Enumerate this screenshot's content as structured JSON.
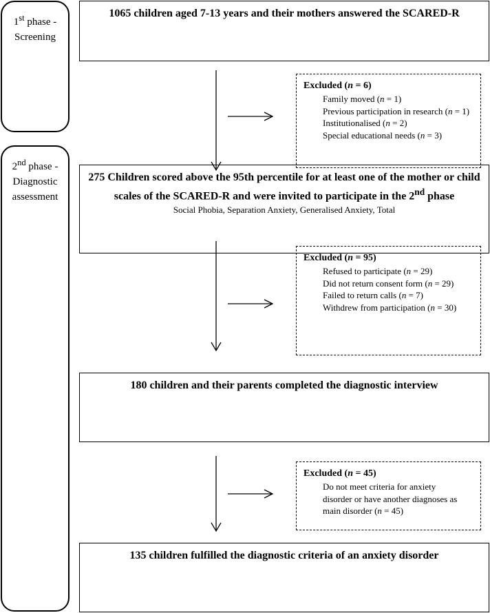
{
  "phases": [
    {
      "num": "1",
      "sup": "st",
      "label1": " phase -",
      "label2": "Screening"
    },
    {
      "num": "2",
      "sup": "nd",
      "label1": " phase -",
      "label2": "Diagnostic",
      "label3": "assessment"
    }
  ],
  "boxes": {
    "screening": {
      "title": "1065 children aged 7-13 years and their mothers answered the SCARED-R"
    },
    "invited": {
      "title_part1": "275 Children scored above the 95th percentile for at least one of the mother or child scales of the SCARED-R and were invited to participate in the 2",
      "title_sup": "nd",
      "title_part2": " phase",
      "subtitle": "Social Phobia, Separation Anxiety, Generalised Anxiety, Total"
    },
    "interviewed": {
      "title": "180 children and their parents completed the diagnostic interview"
    },
    "fulfilled": {
      "title": "135 children fulfilled the diagnostic criteria of an anxiety disorder"
    }
  },
  "exclusions": [
    {
      "label": "Excluded (",
      "var": "n",
      "value": " = 6)",
      "items": [
        {
          "text": "Family moved (",
          "n": "n",
          "rest": " = 1)"
        },
        {
          "text": "Previous participation in research (",
          "n": "n",
          "rest": " = 1)"
        },
        {
          "text": "Institutionalised (",
          "n": "n",
          "rest": " = 2)"
        },
        {
          "text": "Special educational needs (",
          "n": "n",
          "rest": " = 3)"
        }
      ]
    },
    {
      "label": "Excluded (",
      "var": "n",
      "value": " = 95)",
      "items": [
        {
          "text": "Refused to participate (",
          "n": "n",
          "rest": " = 29)"
        },
        {
          "text": "Did not return consent form (",
          "n": "n",
          "rest": " = 29)"
        },
        {
          "text": "Failed to return calls (",
          "n": "n",
          "rest": " = 7)"
        },
        {
          "text": "Withdrew from participation (",
          "n": "n",
          "rest": " = 30)"
        }
      ]
    },
    {
      "label": "Excluded (",
      "var": "n",
      "value": " = 45)",
      "items": [
        {
          "text": "Do not meet criteria for anxiety disorder or have another diagnoses as main disorder (",
          "n": "n",
          "rest": " = 45)"
        }
      ]
    }
  ]
}
